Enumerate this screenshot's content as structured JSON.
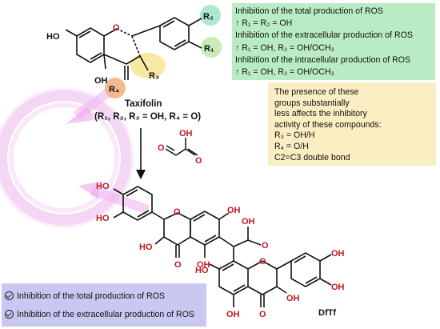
{
  "green_box": {
    "lines": [
      "Inhibition of the total production of ROS",
      "↑ R₁ = R₂ = OH",
      "Inhibition of the extracellular production of ROS",
      "↑ R₁ = OH, R₂ = OH/OCH₃",
      "Inhibition of the intracellular production of ROS",
      "↑ R₁ = OH, R₂ = OH/OCH₃"
    ]
  },
  "yellow_box": {
    "lines": [
      "The presence of these",
      "groups substantially",
      "less affects the inhibitory",
      "activity of these compounds:",
      "R₃ = OH/H",
      "R₄ = O/H",
      "C2=C3 double bond"
    ]
  },
  "purple_box": {
    "items": [
      "Inhibition of the total production of ROS",
      "Inhibition of the extracellular production of ROS"
    ]
  },
  "taxifolin": {
    "name": "Taxifolin",
    "substituents": "(R₁, R₂, R₃ = OH, R₄ = O)",
    "labels": {
      "oh_left": "HO",
      "oh_bottom": "OH",
      "ring_o": "O",
      "r1": "R₁",
      "r2": "R₂",
      "r3": "R₃",
      "r4": "R₄"
    }
  },
  "glyoxylic": {
    "labels": {
      "oh": "OH",
      "o1": "O",
      "o2": "O"
    }
  },
  "dftf": {
    "name": "DfTf",
    "labels": {
      "oh": "OH",
      "ho": "HO",
      "o": "O"
    }
  },
  "colors": {
    "green": "#b9ecc4",
    "yellow": "#fbeec2",
    "purple": "#c8c8f2",
    "heteroatom": "#c0181e",
    "ring_highlight": "#e8b0e8"
  }
}
